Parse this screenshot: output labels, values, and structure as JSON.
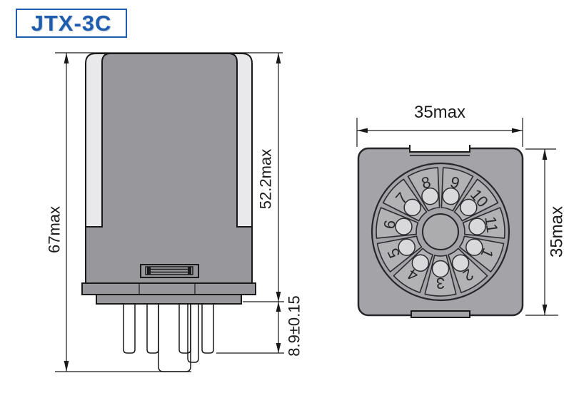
{
  "title": {
    "label": "JTX-3C"
  },
  "colors": {
    "accent": "#1e5cae",
    "body_dark": "#98989c",
    "body_light": "#e9e9eb",
    "pin_light": "#f0f0f2",
    "socket_base": "#a4a4a8",
    "socket_wedge": "#b2b2b5",
    "socket_hole": "#d9d9db",
    "line": "#1a1a1a"
  },
  "side_view": {
    "dim_total_height": "67max",
    "dim_body_height": "52.2max",
    "dim_pin_length": "8.9±0.15"
  },
  "bottom_view": {
    "dim_width": "35max",
    "dim_height": "35max",
    "pin_labels": [
      "1",
      "2",
      "3",
      "4",
      "5",
      "6",
      "7",
      "8",
      "9",
      "10",
      "11"
    ]
  }
}
